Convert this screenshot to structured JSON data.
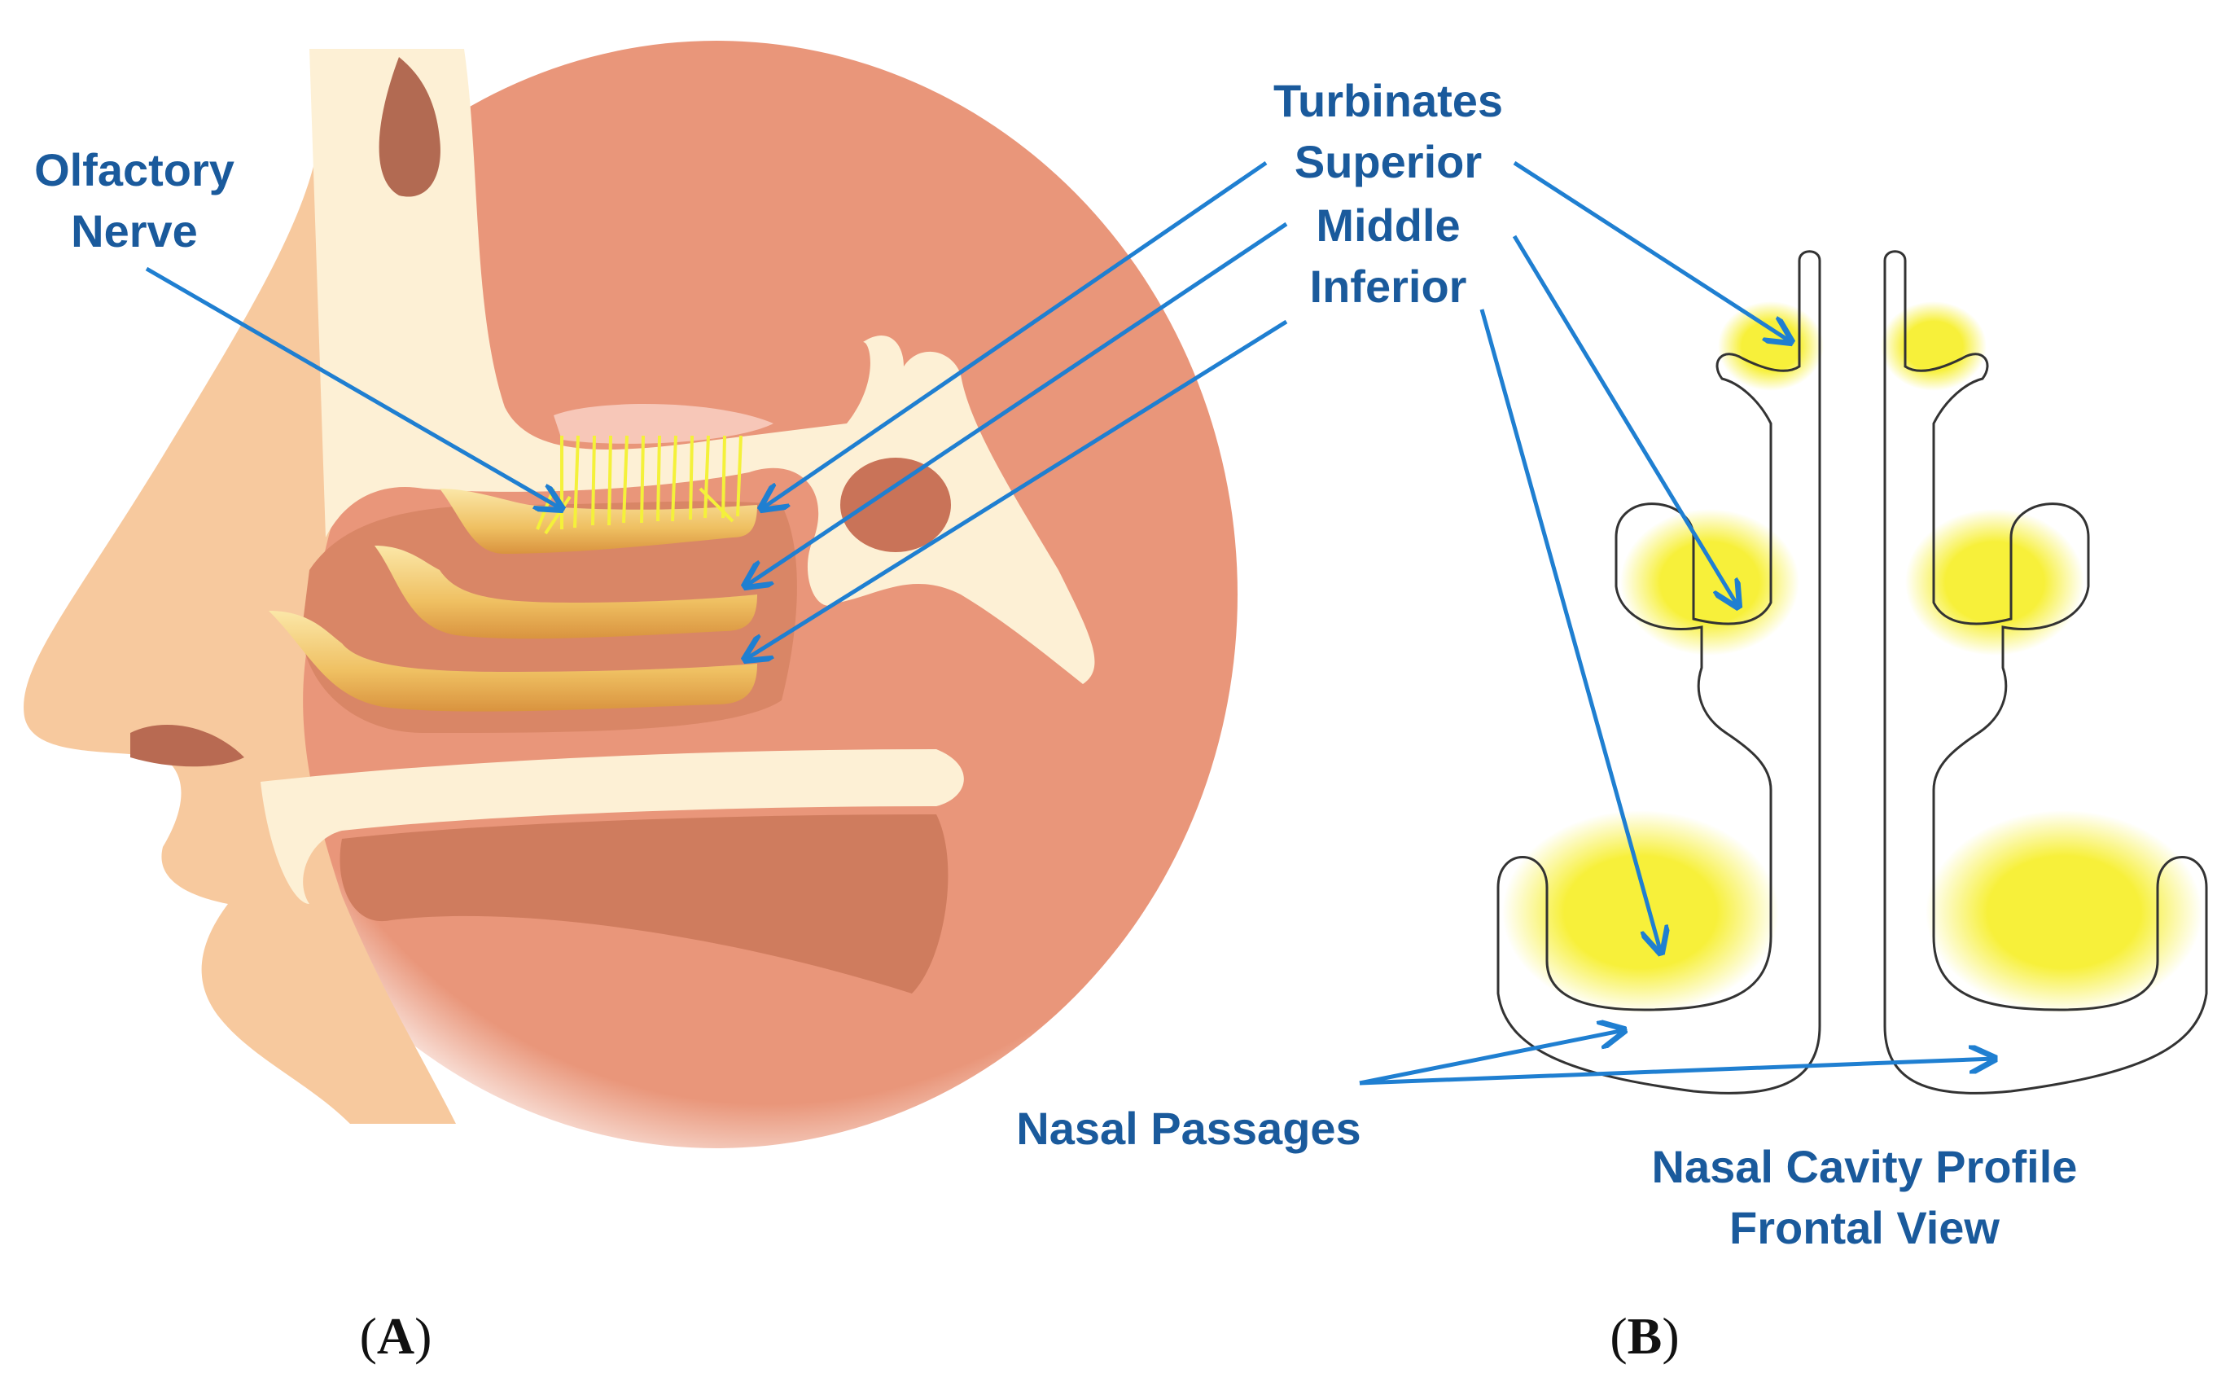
{
  "colors": {
    "label": "#1a5a9c",
    "arrow": "#1f7fd1",
    "tissue": "#e9967a",
    "bone": "#fdf0d5",
    "skin": "#f7c99e",
    "turbinate": "#e8b14d",
    "nerve": "#f4f13a",
    "highlight": "#fdf66a"
  },
  "panel_a": {
    "letter": "A",
    "olfactory_line1": "Olfactory",
    "olfactory_line2": "Nerve",
    "turbinates": "Turbinates",
    "superior": "Superior",
    "middle": "Middle",
    "inferior": "Inferior"
  },
  "panel_b": {
    "letter": "B",
    "nasal_passages": "Nasal Passages",
    "profile_line1": "Nasal Cavity Profile",
    "profile_line2": "Frontal View"
  }
}
